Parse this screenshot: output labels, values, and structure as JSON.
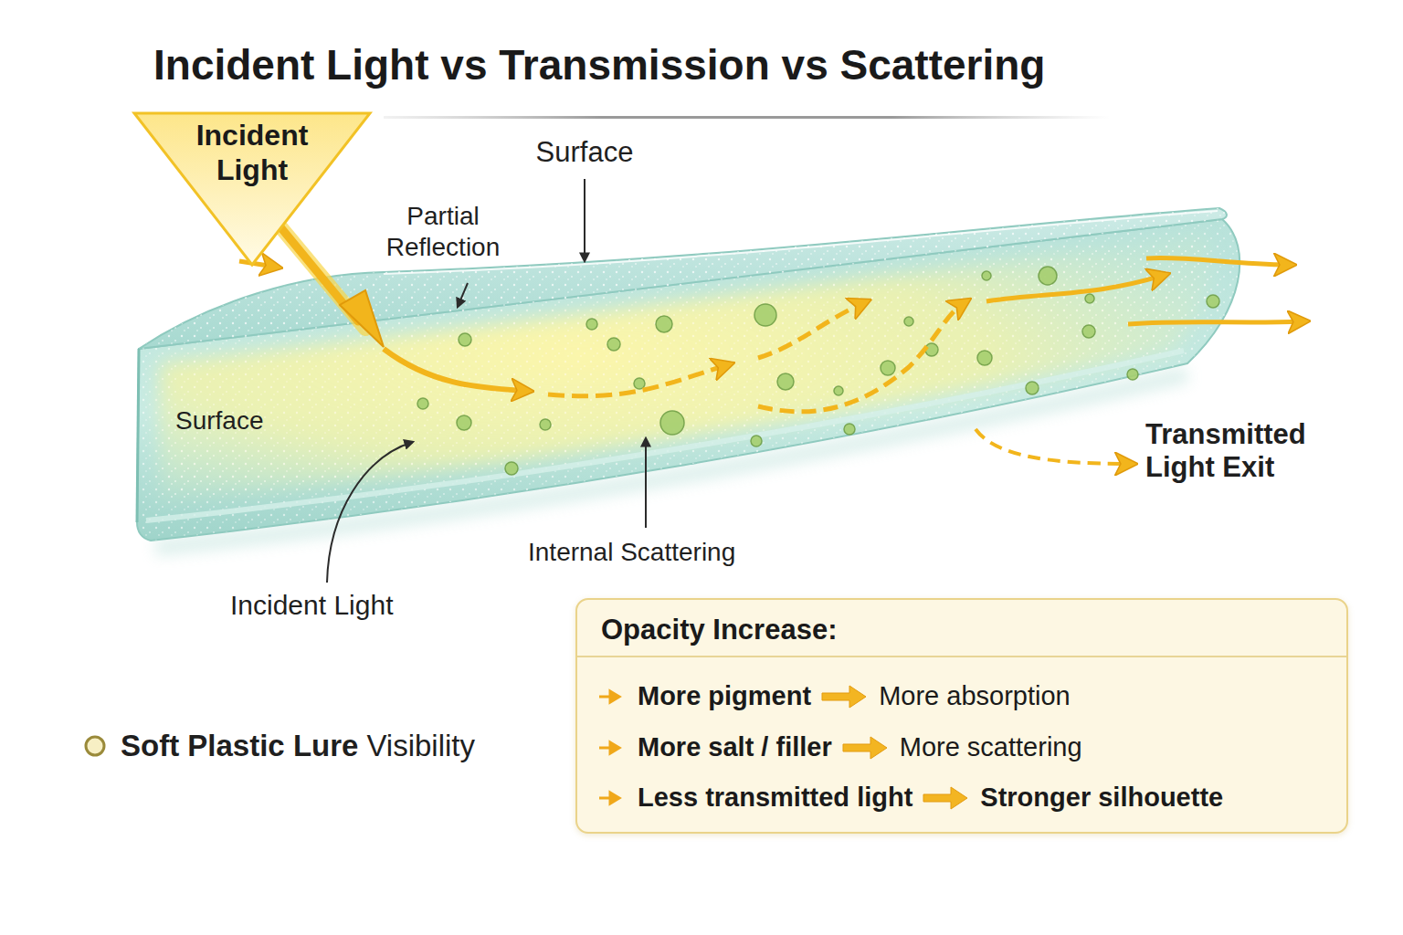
{
  "diagram": {
    "title": "Incident Light vs Transmission vs Scattering",
    "nodes": [
      {
        "text": [
          "Incident Light"
        ]
      },
      {
        "text": [
          "Opacity Increase:",
          "More pigment",
          "More absorption",
          "More salt / filler",
          "More scattering",
          "Less transmitted light",
          "Stronger silhouette"
        ]
      }
    ],
    "labels": [
      "Surface",
      "Partial Reflection",
      "Surface",
      "Internal Scattering",
      "Incident Light",
      "Transmitted Light Exit",
      "Soft Plastic Lure",
      "Visibility"
    ]
  }
}
